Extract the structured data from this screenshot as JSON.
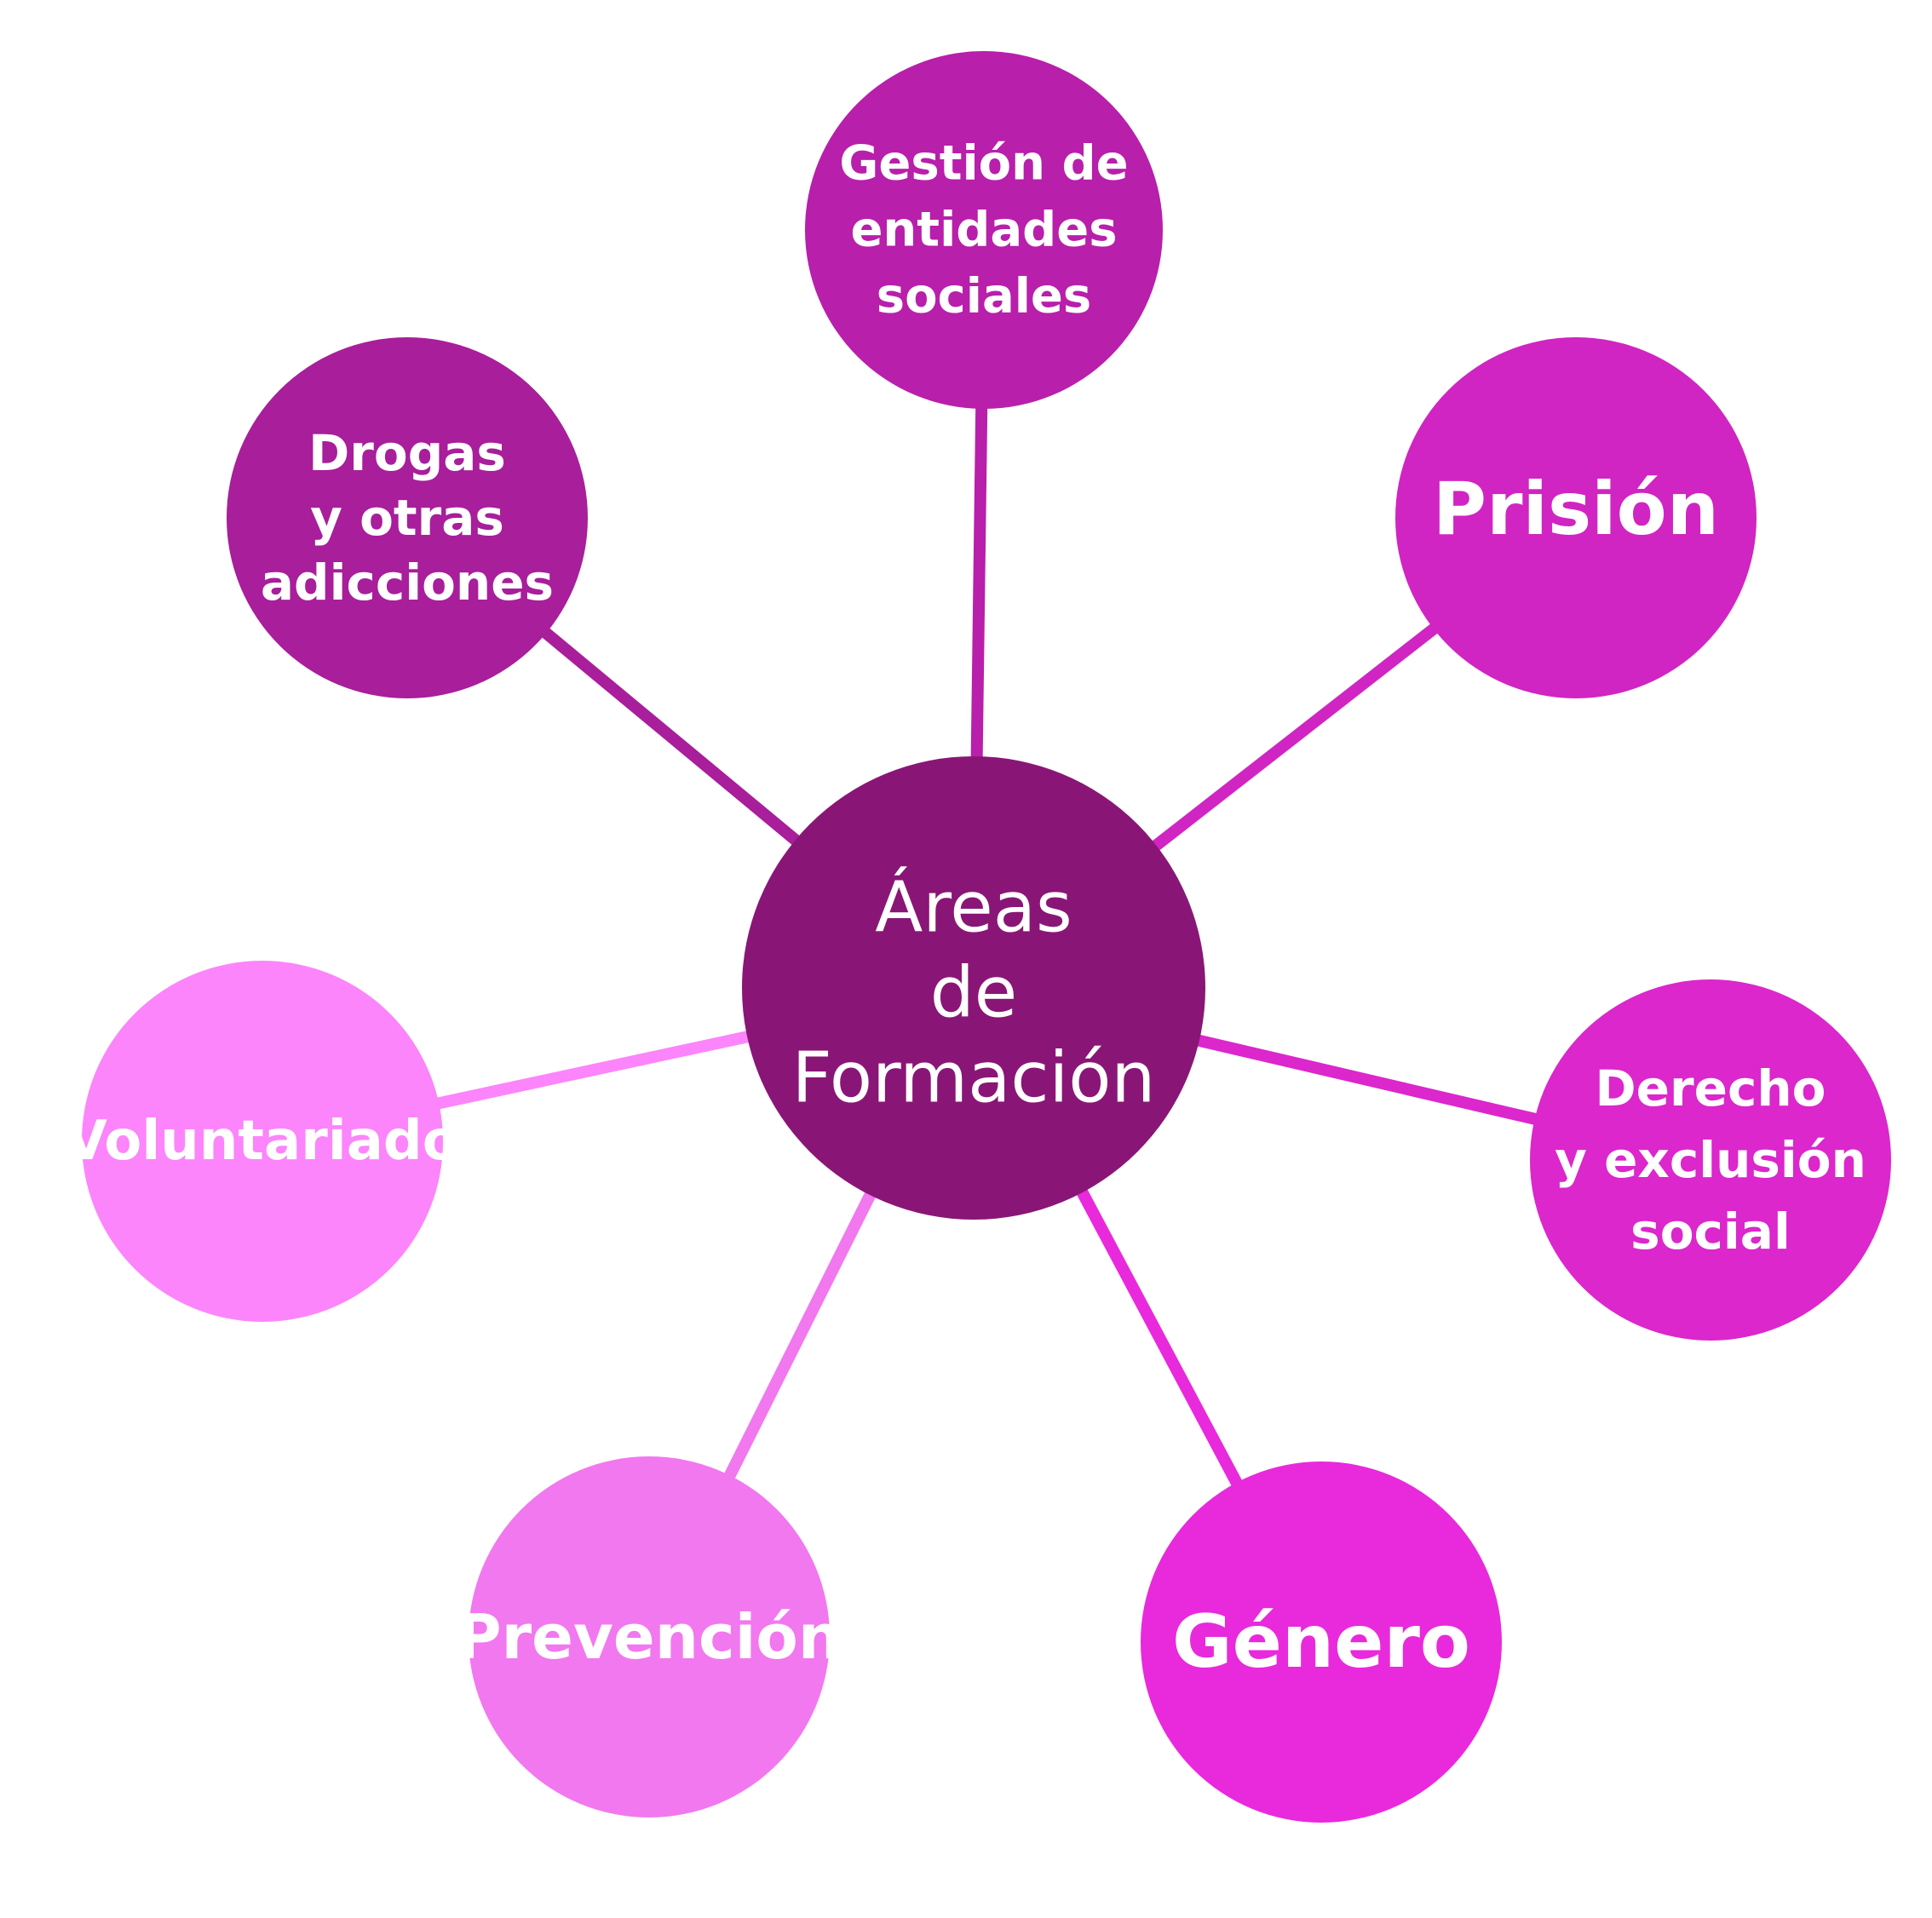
{
  "center": {
    "lines": [
      "Áreas",
      "de",
      "Formación"
    ],
    "color": "#891676"
  },
  "nodes": [
    {
      "id": "gestion",
      "lines": [
        "Gestión de",
        "entidades",
        "sociales"
      ],
      "color": "#b81fab"
    },
    {
      "id": "prision",
      "lines": [
        "Prisión"
      ],
      "color": "#d025c2"
    },
    {
      "id": "derecho",
      "lines": [
        "Derecho",
        "y exclusión",
        "social"
      ],
      "color": "#db27cc"
    },
    {
      "id": "genero",
      "lines": [
        "Género"
      ],
      "color": "#e929dc"
    },
    {
      "id": "prevencion",
      "lines": [
        "Prevención"
      ],
      "color": "#f278ef"
    },
    {
      "id": "voluntariado",
      "lines": [
        "Voluntariado"
      ],
      "color": "#fc85fb"
    },
    {
      "id": "drogas",
      "lines": [
        "Drogas",
        "y otras",
        "adicciones"
      ],
      "color": "#a81e9b"
    }
  ]
}
